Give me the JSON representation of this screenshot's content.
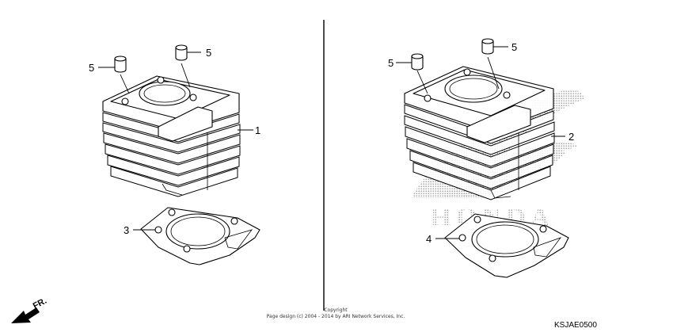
{
  "callouts": {
    "cylinder_left": "1",
    "cylinder_right": "2",
    "gasket_left": "3",
    "gasket_right": "4",
    "dowel_left_a": "5",
    "dowel_left_b": "5",
    "dowel_right_a": "5",
    "dowel_right_b": "5"
  },
  "watermark": "HONDA",
  "direction_indicator": "FR.",
  "copyright": {
    "line1": "Copyright",
    "line2": "Page design (c) 2004 - 2014 by ARI Network Services, Inc."
  },
  "diagram_code": "KSJAE0500",
  "colors": {
    "ink": "#000000",
    "watermark_dots": "#9a9a9a",
    "background": "#ffffff"
  }
}
